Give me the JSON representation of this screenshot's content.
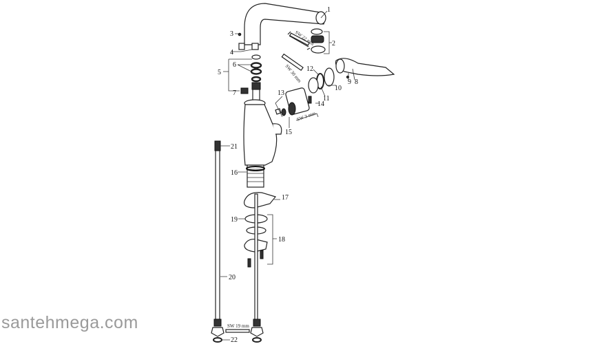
{
  "diagram": {
    "part_labels": [
      "1",
      "2",
      "3",
      "4",
      "5",
      "6",
      "7",
      "8",
      "9",
      "10",
      "11",
      "12",
      "13",
      "14",
      "15",
      "16",
      "17",
      "18",
      "19",
      "20",
      "21",
      "22"
    ],
    "wrench_labels": {
      "sw22": "SW 22 mm",
      "sw30": "SW 30 mm",
      "sw3": "SW 3 mm",
      "sw19": "SW 19 mm"
    }
  },
  "watermark": "santehmega.com"
}
